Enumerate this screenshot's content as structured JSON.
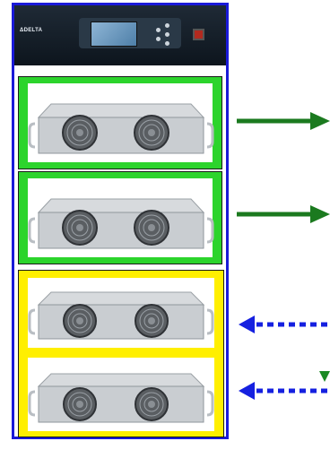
{
  "brand": {
    "logo_text": "ΔDELTA"
  },
  "colors": {
    "rack_border": "#1a1ad8",
    "active_group": "#2cd42c",
    "standby_group": "#ffef00",
    "active_arrow": "#1b7a1f",
    "standby_arrow": "#1520e0",
    "small_mark": "#1b8a24"
  },
  "modules": [
    {
      "group": "active",
      "arrow": "solid-right"
    },
    {
      "group": "active",
      "arrow": "solid-right"
    },
    {
      "group": "standby",
      "arrow": "dotted-left"
    },
    {
      "group": "standby",
      "arrow": "dotted-left"
    }
  ],
  "icons": [
    "fan-icon",
    "handle-icon",
    "arrow-right-icon",
    "arrow-left-icon"
  ]
}
